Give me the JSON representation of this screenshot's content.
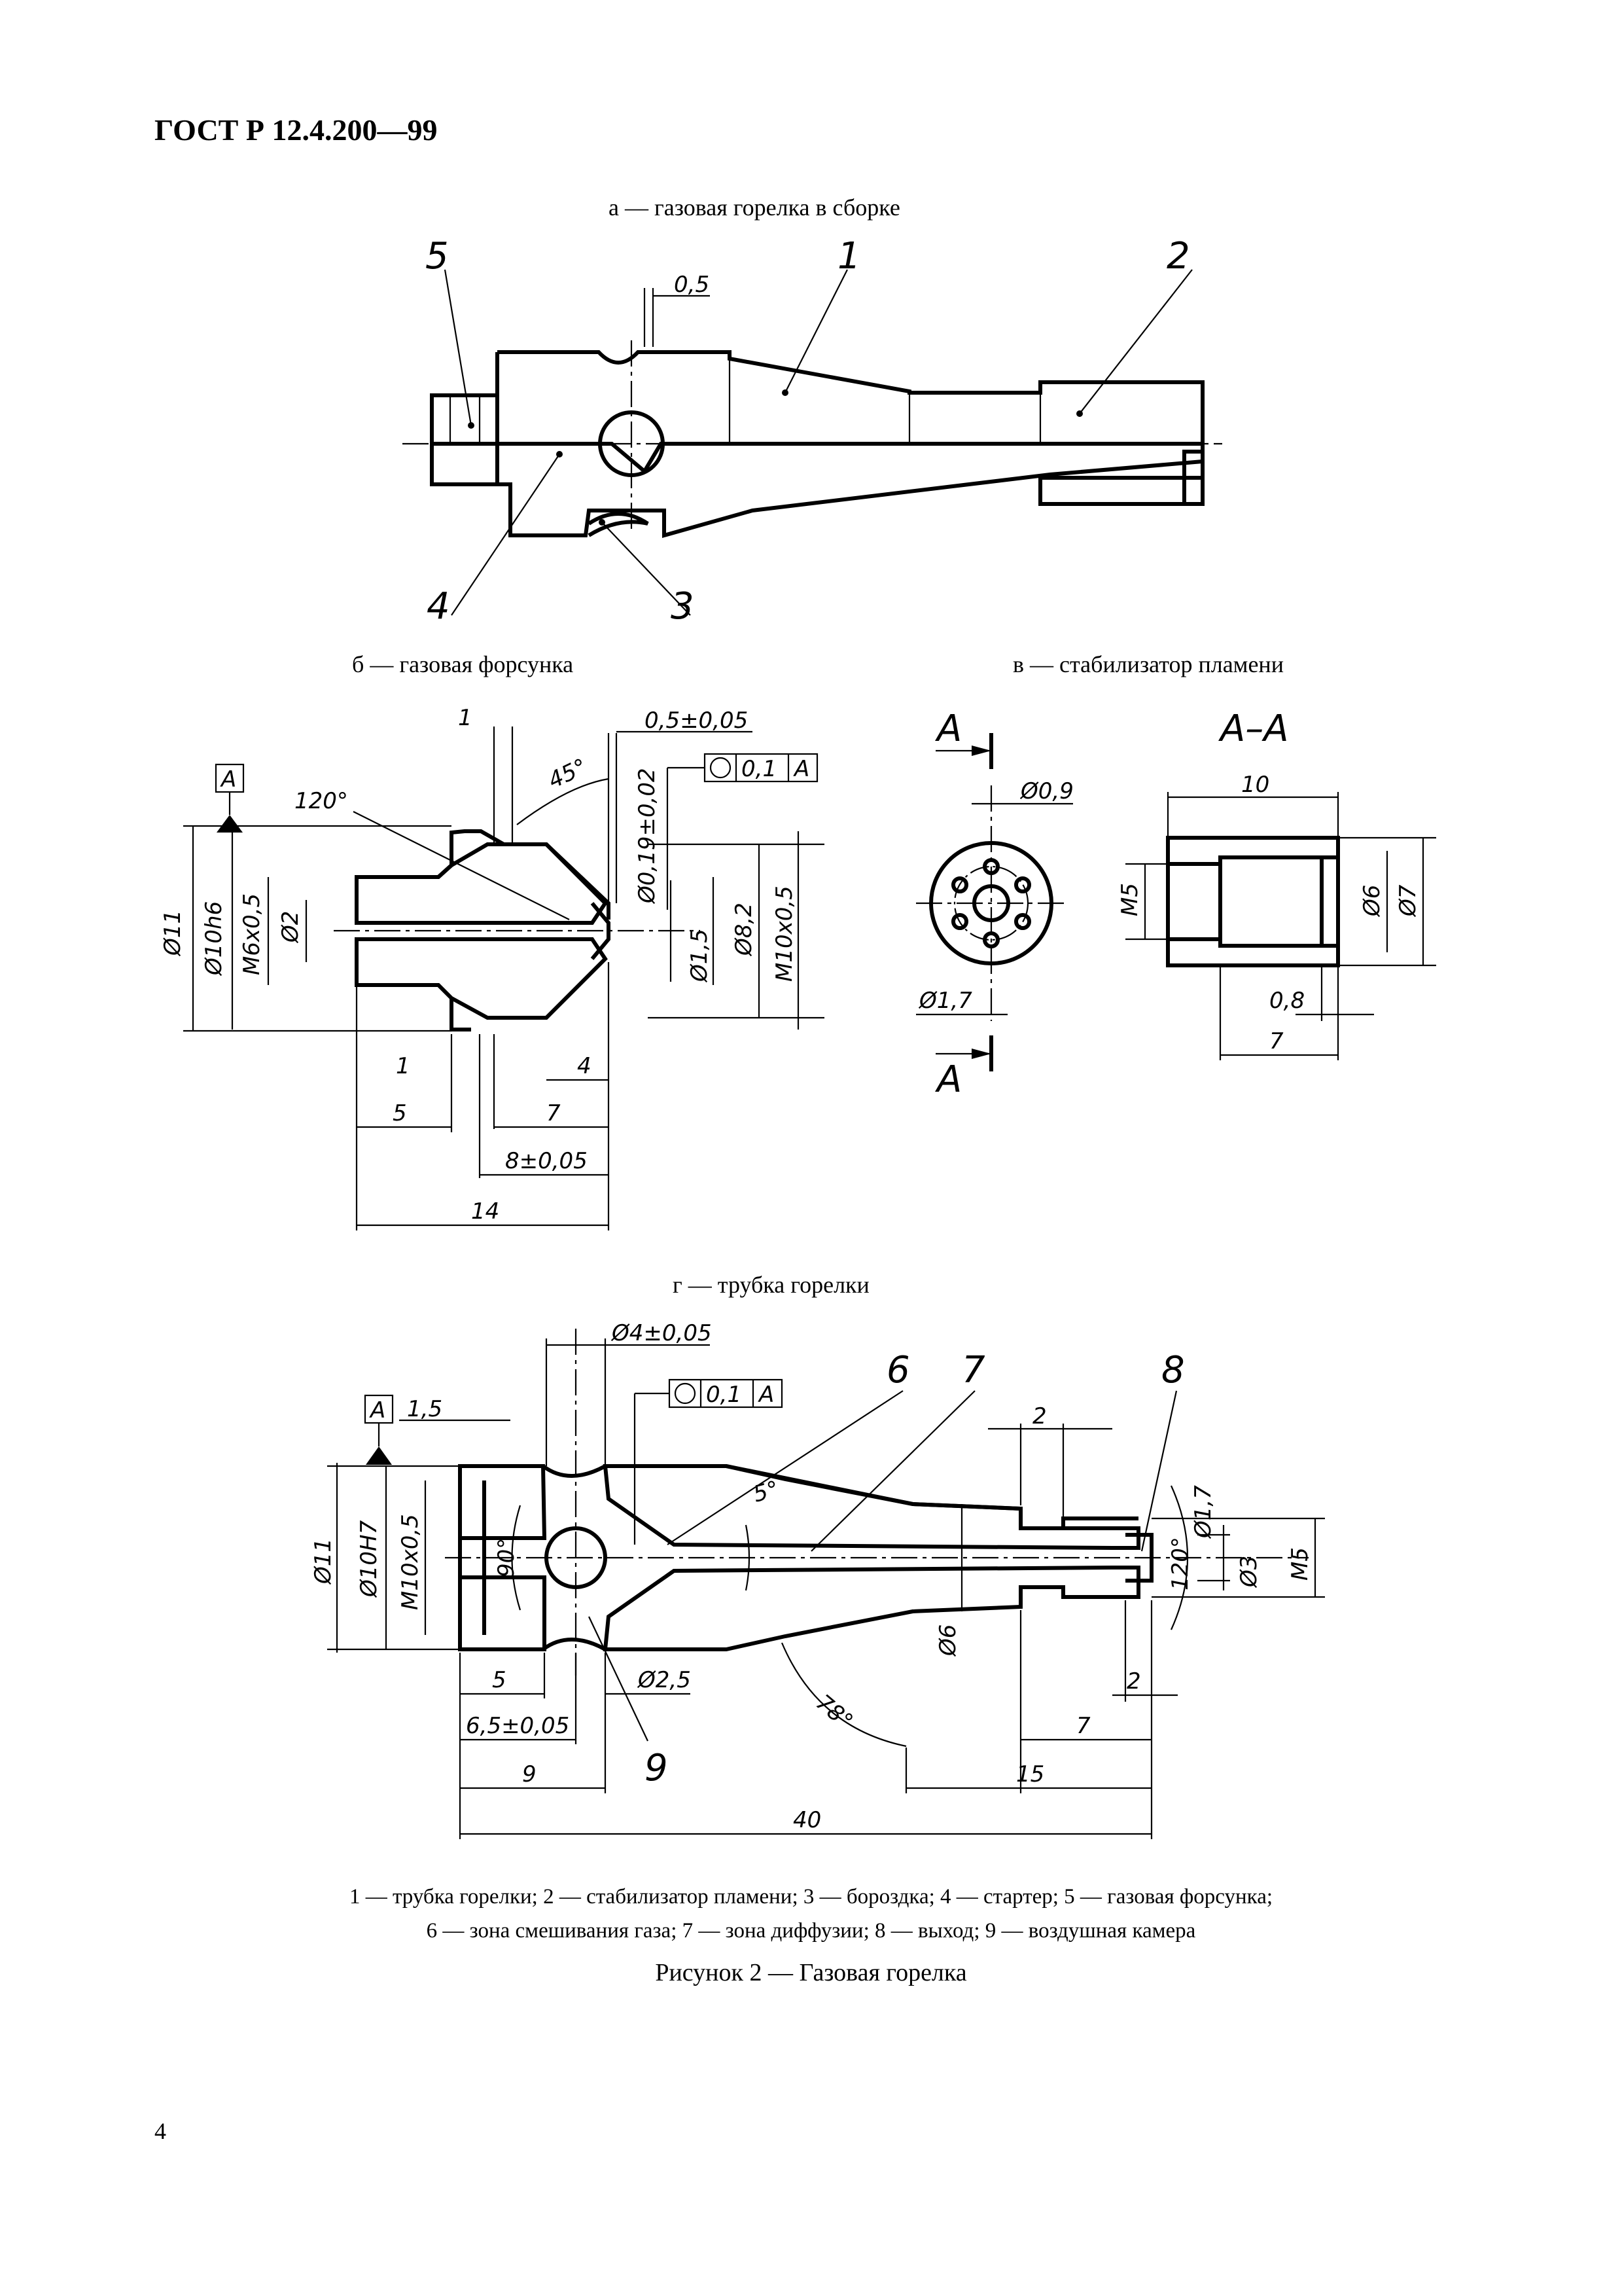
{
  "header": {
    "standard_code": "ГОСТ Р 12.4.200—99"
  },
  "views": {
    "a": {
      "caption": "а — газовая горелка в сборке",
      "labels": [
        "5",
        "1",
        "2",
        "4",
        "3"
      ],
      "dims": [
        "0,5"
      ]
    },
    "b": {
      "caption": "б — газовая форсунка",
      "datum": "A",
      "tolerance": [
        "0,1",
        "A"
      ],
      "dims": [
        "1",
        "0,5±0,05",
        "45°",
        "120°",
        "Ø0,19±0,02",
        "Ø11",
        "Ø10h6",
        "M6x0,5",
        "Ø2",
        "Ø8,2",
        "M10x0,5",
        "Ø1,5",
        "1",
        "4",
        "5",
        "7",
        "8±0,05",
        "14"
      ]
    },
    "v": {
      "caption": "в — стабилизатор пламени",
      "section_mark": "A",
      "section_title": "A–A",
      "dims": [
        "Ø0,9",
        "Ø1,7",
        "10",
        "M5",
        "Ø6",
        "Ø7",
        "0,8",
        "7"
      ]
    },
    "g": {
      "caption": "г — трубка горелки",
      "datum": "A",
      "tolerance": [
        "0,1",
        "A"
      ],
      "labels": [
        "6",
        "7",
        "8",
        "9"
      ],
      "dims": [
        "Ø4±0,05",
        "1,5",
        "2",
        "5°",
        "Ø1,7",
        "Ø11",
        "Ø10H7",
        "M10x0,5",
        "90°",
        "120°",
        "Ø3",
        "M5",
        "Ø6",
        "5",
        "Ø2,5",
        "78°",
        "2",
        "6,5±0,05",
        "7",
        "9",
        "15",
        "40"
      ]
    }
  },
  "legend": {
    "line1": "1 — трубка горелки; 2 — стабилизатор пламени; 3 — бороздка; 4 — стартер; 5 — газовая форсунка;",
    "line2": "6 — зона смешивания газа; 7 — зона диффузии; 8 — выход; 9 — воздушная камера"
  },
  "figure_title": "Рисунок 2 — Газовая горелка",
  "page_number": "4"
}
